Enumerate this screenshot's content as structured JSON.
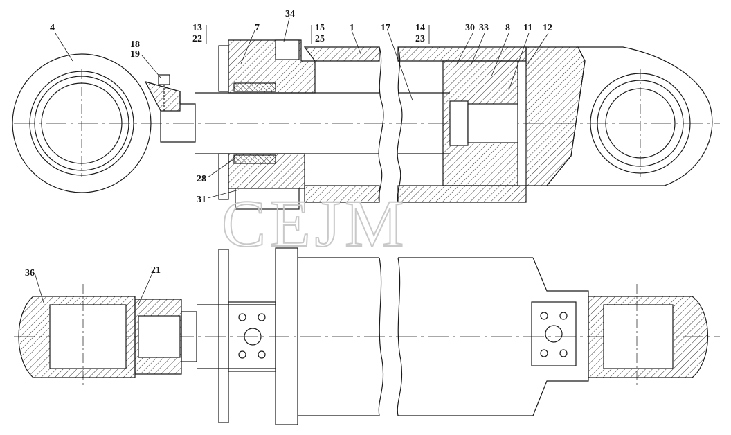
{
  "watermark": "CEJM",
  "labels": {
    "l4": "4",
    "l18": "18",
    "l19": "19",
    "l13": "13",
    "l22": "22",
    "l7": "7",
    "l34": "34",
    "l15": "15",
    "l25": "25",
    "l1": "1",
    "l17": "17",
    "l14": "14",
    "l23": "23",
    "l30": "30",
    "l33": "33",
    "l8": "8",
    "l11": "11",
    "l12": "12",
    "l28": "28",
    "l31": "31",
    "l36": "36",
    "l21": "21"
  },
  "colors": {
    "line": "#1a1a1a",
    "hatch": "#333333",
    "watermark": "#c9c9c9",
    "background": "#ffffff"
  }
}
